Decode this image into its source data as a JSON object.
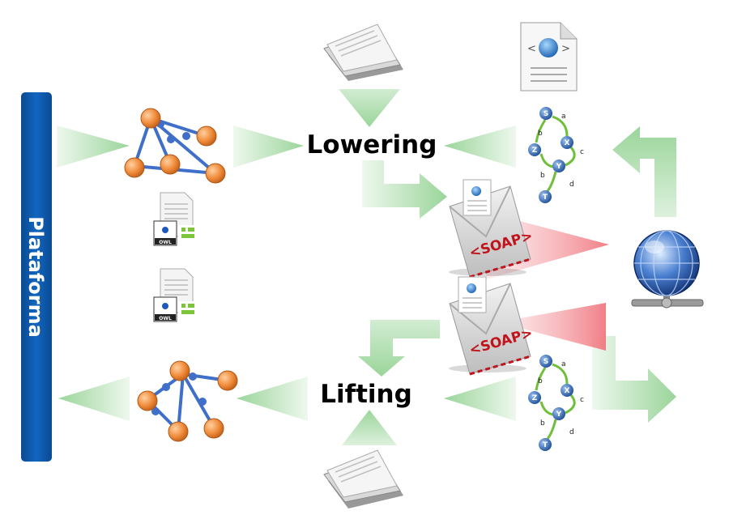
{
  "platform": {
    "label": "Plataforma"
  },
  "process": {
    "lowering": "Lowering",
    "lifting": "Lifting"
  },
  "soap": {
    "label": "<SOAP>"
  },
  "owl": {
    "label": "OWL"
  },
  "automaton": {
    "states": [
      "S",
      "Z",
      "X",
      "Y",
      "T"
    ],
    "edges": [
      "a",
      "b",
      "c",
      "b",
      "d"
    ]
  },
  "colors": {
    "platform_bar": "#0d57a8",
    "arrow_green": "#9fd6a0",
    "beam_red": "#f4a4a8",
    "graph_edge": "#3f6fc9",
    "graph_node": "#f08b3a"
  }
}
